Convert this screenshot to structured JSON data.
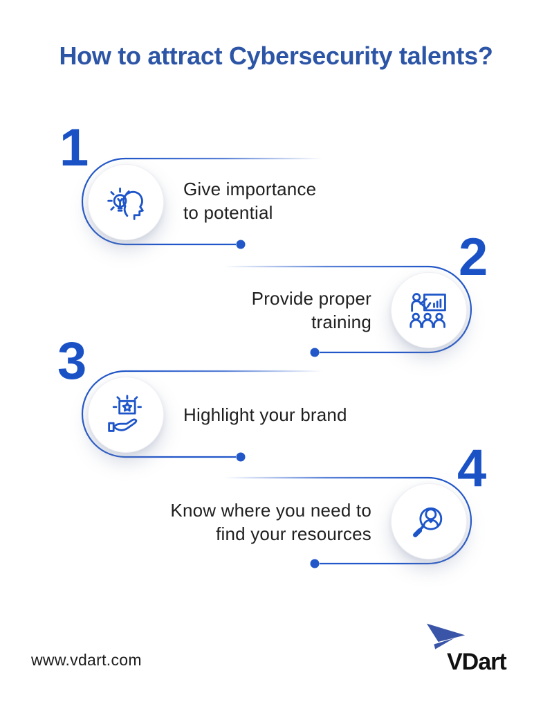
{
  "title": "How to attract Cybersecurity talents?",
  "steps": [
    {
      "number": "1",
      "icon": "idea-head-icon",
      "lines": [
        "Give importance",
        "to potential"
      ]
    },
    {
      "number": "2",
      "icon": "training-presentation-icon",
      "lines": [
        "Provide proper",
        "training"
      ]
    },
    {
      "number": "3",
      "icon": "brand-star-hand-icon",
      "lines": [
        "Highlight your brand"
      ]
    },
    {
      "number": "4",
      "icon": "search-person-icon",
      "lines": [
        "Know where you need to",
        "find your resources"
      ]
    }
  ],
  "footer": {
    "website": "www.vdart.com",
    "brand_name": "VDart"
  },
  "colors": {
    "title_blue": "#2d55a6",
    "accent_blue": "#1a52c6",
    "line_blue": "#2257c9",
    "text_dark": "#1f1f1f",
    "logo_plane_blue": "#3a55a8"
  }
}
